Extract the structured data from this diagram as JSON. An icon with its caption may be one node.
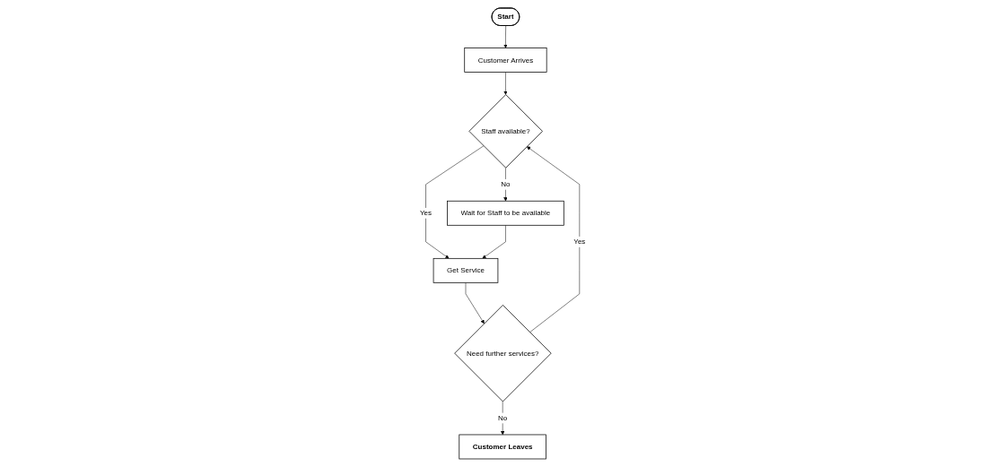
{
  "diagram": {
    "nodes": [
      {
        "text": [
          "Start"
        ]
      },
      {
        "text": [
          "Customer Arrives"
        ]
      },
      {
        "text": [
          "Staff available?"
        ]
      },
      {
        "text": [
          "Wait for Staff to be available"
        ]
      },
      {
        "text": [
          "Get Service"
        ]
      },
      {
        "text": [
          "Need further services?"
        ]
      },
      {
        "text": [
          "Customer Leaves"
        ]
      }
    ],
    "edges": [
      {
        "from": 0,
        "to": 1,
        "arrow": "to"
      },
      {
        "from": 1,
        "to": 2,
        "arrow": "to"
      },
      {
        "from": 2,
        "to": 3,
        "arrow": "to",
        "label": "No"
      },
      {
        "from": 2,
        "to": 4,
        "arrow": "to",
        "label": "Yes"
      },
      {
        "from": 3,
        "to": 4,
        "arrow": "to"
      },
      {
        "from": 4,
        "to": 5,
        "arrow": "to"
      },
      {
        "from": 5,
        "to": 2,
        "arrow": "to",
        "label": "Yes"
      },
      {
        "from": 5,
        "to": 6,
        "arrow": "to",
        "label": "No"
      }
    ]
  }
}
